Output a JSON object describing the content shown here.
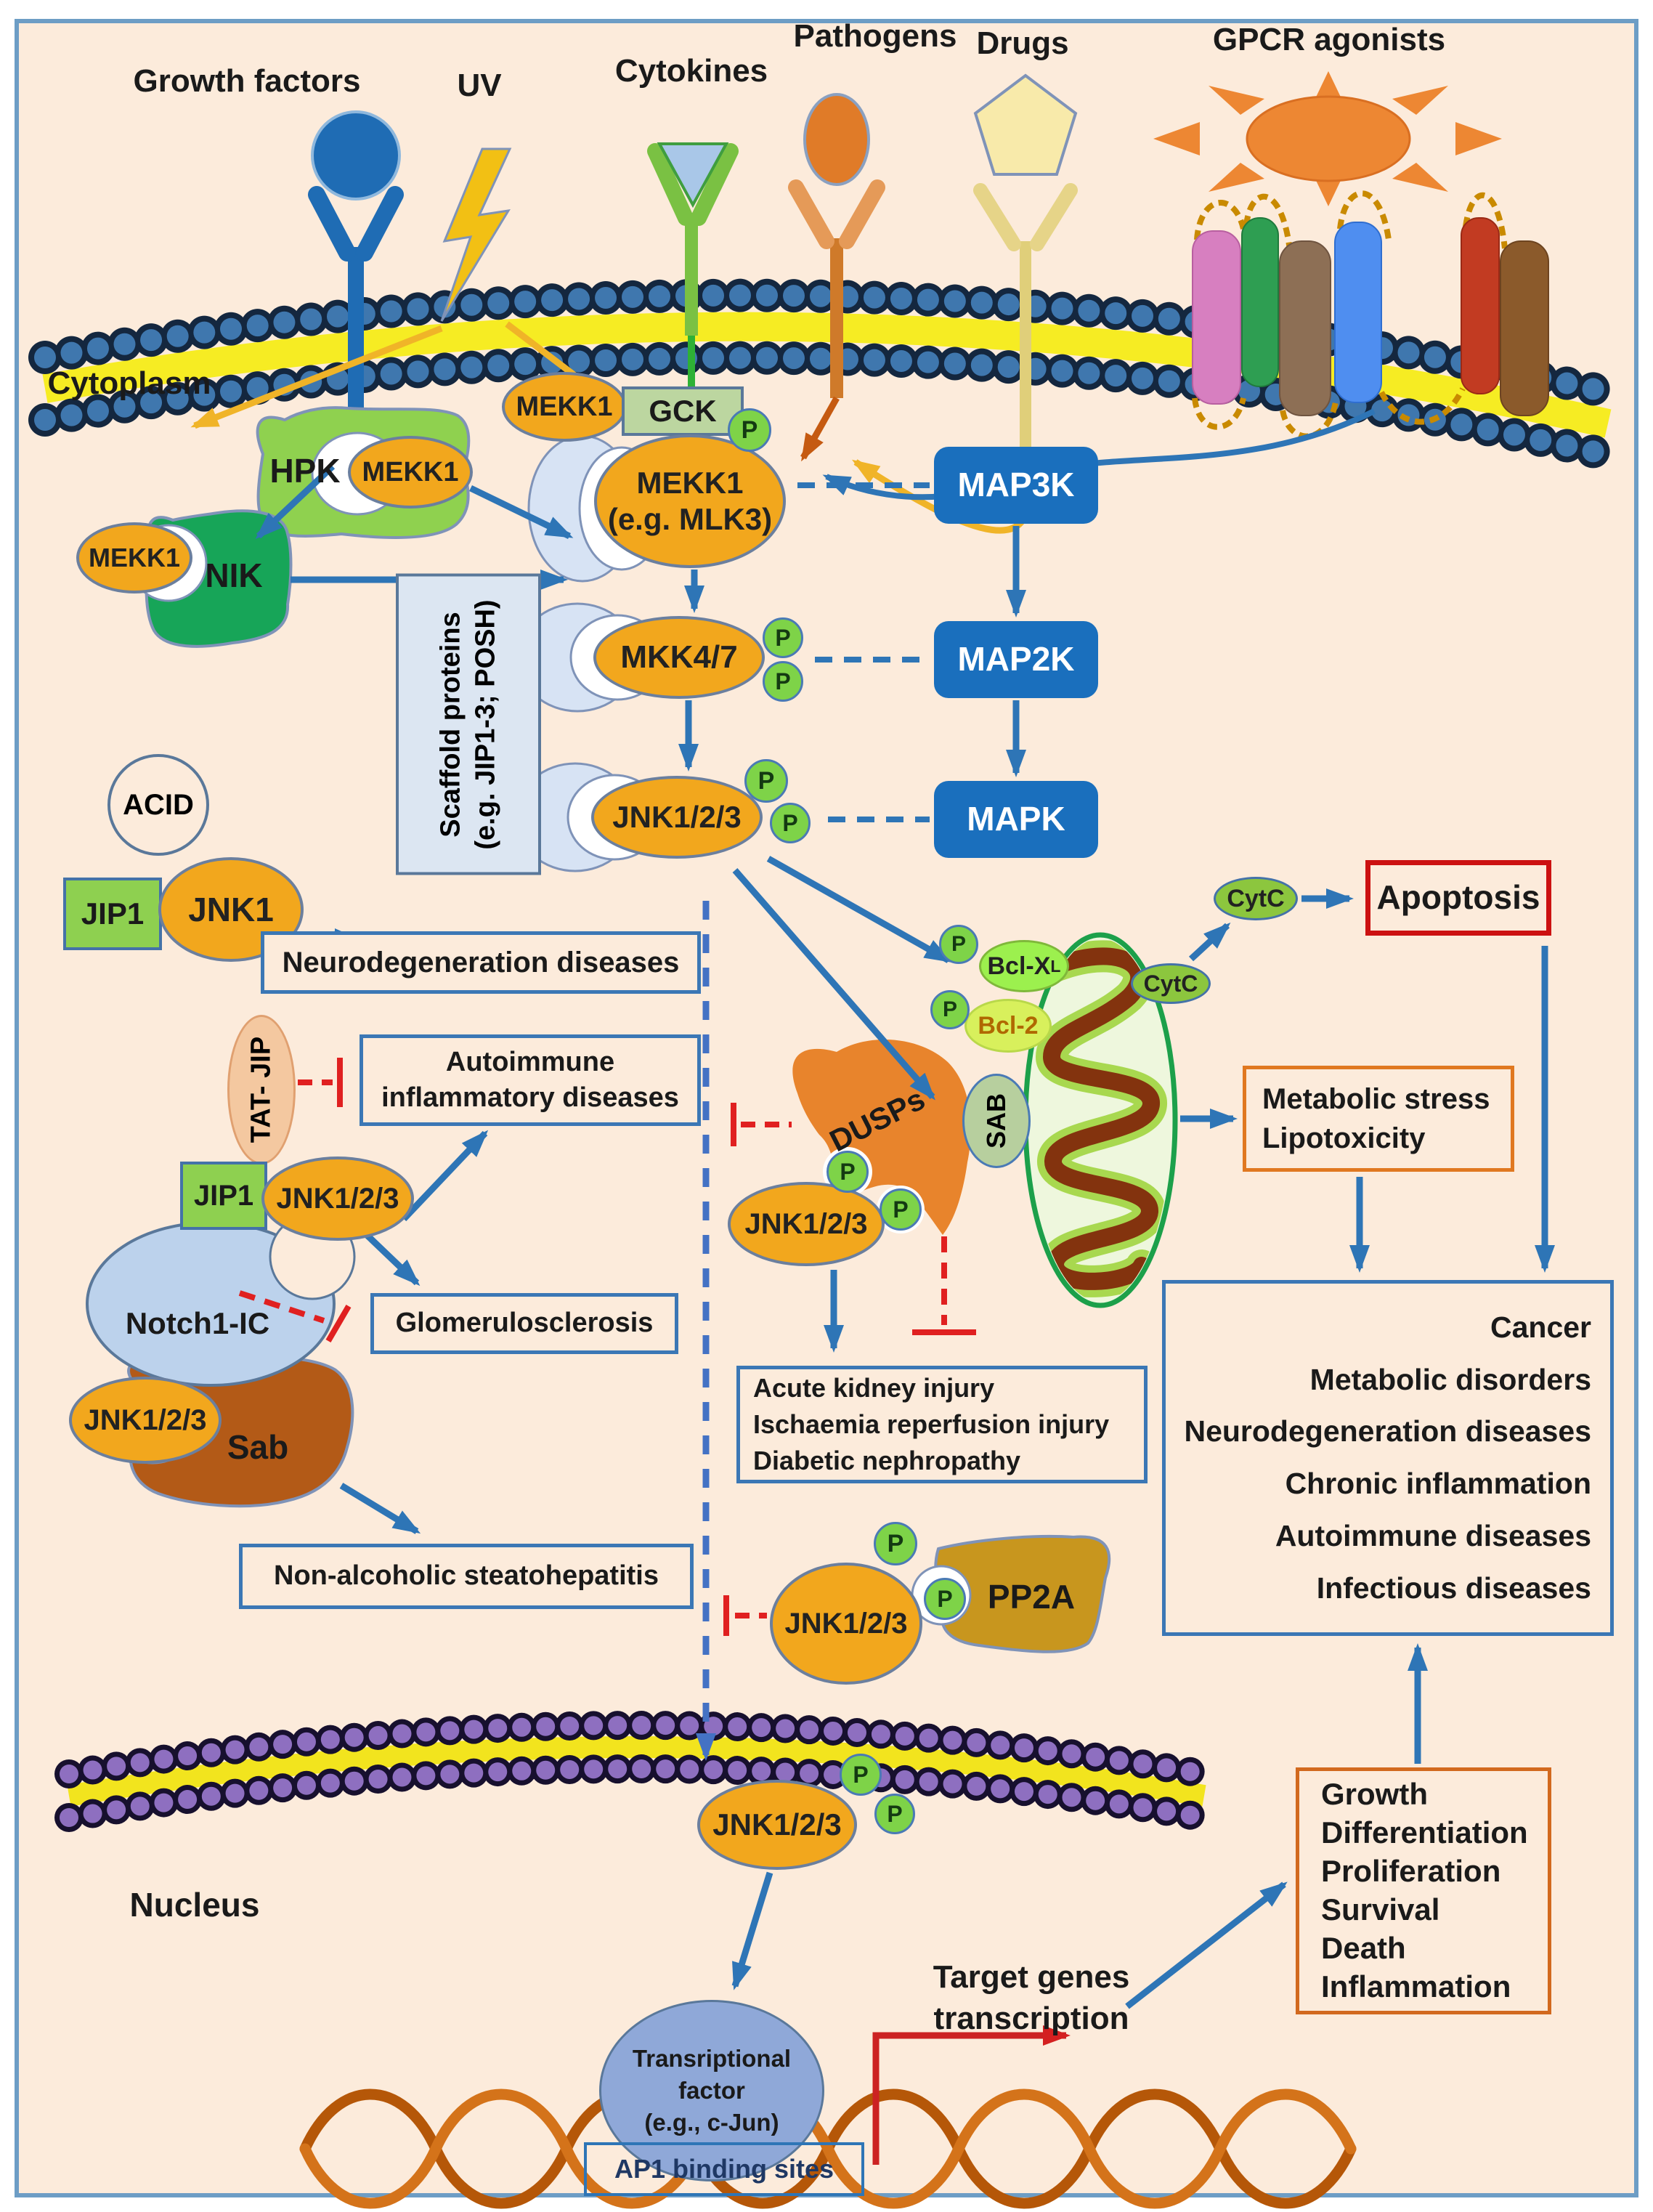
{
  "stimuli": {
    "growth_factors": "Growth factors",
    "uv": "UV",
    "cytokines": "Cytokines",
    "pathogens": "Pathogens",
    "drugs": "Drugs",
    "gpcr_agonists": "GPCR agonists"
  },
  "compartments": {
    "cytoplasm": "Cytoplasm",
    "nucleus": "Nucleus"
  },
  "membrane_complexes": {
    "mekk1": "MEKK1",
    "gck": "GCK",
    "hpk": "HPK",
    "nik": "NIK"
  },
  "scaffold": {
    "line1": "Scaffold proteins",
    "line2": "(e.g. JIP1-3; POSH)"
  },
  "cascade": {
    "mekk1_mlk3": "MEKK1\n(e.g. MLK3)",
    "mkk47": "MKK4/7",
    "jnk123": "JNK1/2/3",
    "map3k": "MAP3K",
    "map2k": "MAP2K",
    "mapk": "MAPK",
    "p": "P"
  },
  "left_branch": {
    "acid": "ACID",
    "jip1": "JIP1",
    "jnk1": "JNK1",
    "neuro": "Neurodegeneration diseases",
    "tat_jip": "TAT- JIP",
    "autoimmune": "Autoimmune\ninflammatory diseases",
    "jip1_2": "JIP1",
    "jnk123": "JNK1/2/3",
    "notch1_ic": "Notch1-IC",
    "glomerulosclerosis": "Glomerulosclerosis",
    "jnk123_sab": "JNK1/2/3",
    "sab": "Sab",
    "nash": "Non-alcoholic steatohepatitis"
  },
  "middle_branch": {
    "dusps": "DUSPs",
    "jnk123": "JNK1/2/3",
    "kidney_list": [
      "Acute kidney injury",
      "Ischaemia reperfusion injury",
      "Diabetic nephropathy"
    ],
    "jnk123_pp2a": "JNK1/2/3",
    "pp2a": "PP2A"
  },
  "mito_branch": {
    "bcl_xl": "Bcl-X",
    "bcl_xl_sub": "L",
    "bcl2": "Bcl-2",
    "sab": "SAB",
    "cytc_outer": "CytC",
    "cytc_released": "CytC",
    "apoptosis": "Apoptosis",
    "metabolic": "Metabolic stress\nLipotoxicity"
  },
  "outcomes": {
    "cancer_list": [
      "Cancer",
      "Metabolic disorders",
      "Neurodegeneration diseases",
      "Chronic inflammation",
      "Autoimmune diseases",
      "Infectious diseases"
    ],
    "growth_list": [
      "Growth",
      "Differentiation",
      "Proliferation",
      "Survival",
      "Death",
      "Inflammation"
    ]
  },
  "nucleus_section": {
    "jnk123": "JNK1/2/3",
    "tf": "Transriptional\nfactor\n(e.g., c-Jun)",
    "ap1": "AP1 binding sites",
    "target_genes": "Target genes\ntranscription"
  },
  "colors": {
    "background": "#fcebdb",
    "frame": "#6d9dc5",
    "kinase_orange": "#f2a71d",
    "phospho_green": "#7ed348",
    "map_box_blue": "#1a6fbd",
    "disease_border_blue": "#3b77b5",
    "apoptosis_border_red": "#cc1111",
    "outcome_border_orange": "#e07820",
    "arrow_blue": "#2e75b6",
    "inhibit_red": "#e02020",
    "membrane_yellow": "#f6ec23",
    "dna_orange": "#d4731a"
  }
}
